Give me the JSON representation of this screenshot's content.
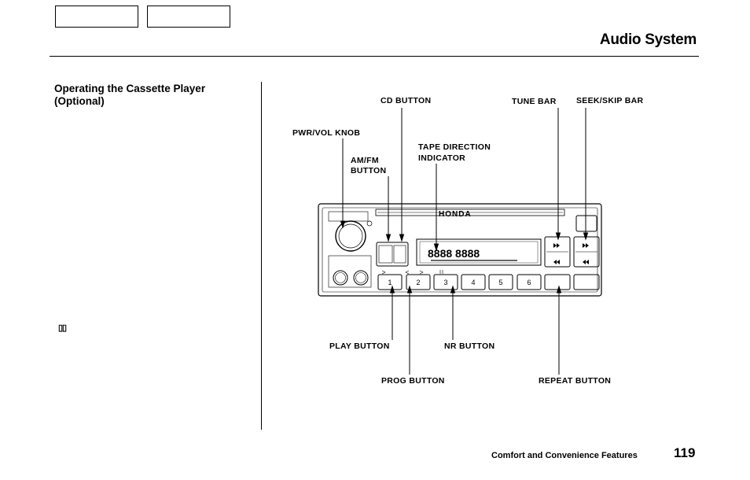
{
  "header": {
    "nav_buttons": [
      "",
      ""
    ],
    "title": "Audio System"
  },
  "section": {
    "title_line1": "Operating the Cassette Player",
    "title_line2": "(Optional)",
    "symbol": "▯▯"
  },
  "diagram": {
    "brand": "HONDA",
    "display_text": "8888  8888",
    "preset_buttons": [
      "1",
      "2",
      "3",
      "4",
      "5",
      "6"
    ],
    "callouts": {
      "cd_button": "CD BUTTON",
      "tune_bar": "TUNE BAR",
      "seek_skip_bar": "SEEK/SKIP BAR",
      "pwr_vol_knob": "PWR/VOL KNOB",
      "tape_direction_line1": "TAPE DIRECTION",
      "tape_direction_line2": "INDICATOR",
      "am_fm_line1": "AM/FM",
      "am_fm_line2": "BUTTON",
      "play_button": "PLAY BUTTON",
      "nr_button": "NR BUTTON",
      "prog_button": "PROG BUTTON",
      "repeat_button": "REPEAT BUTTON"
    }
  },
  "footer": {
    "text": "Comfort and Convenience Features",
    "page_number": "119"
  }
}
